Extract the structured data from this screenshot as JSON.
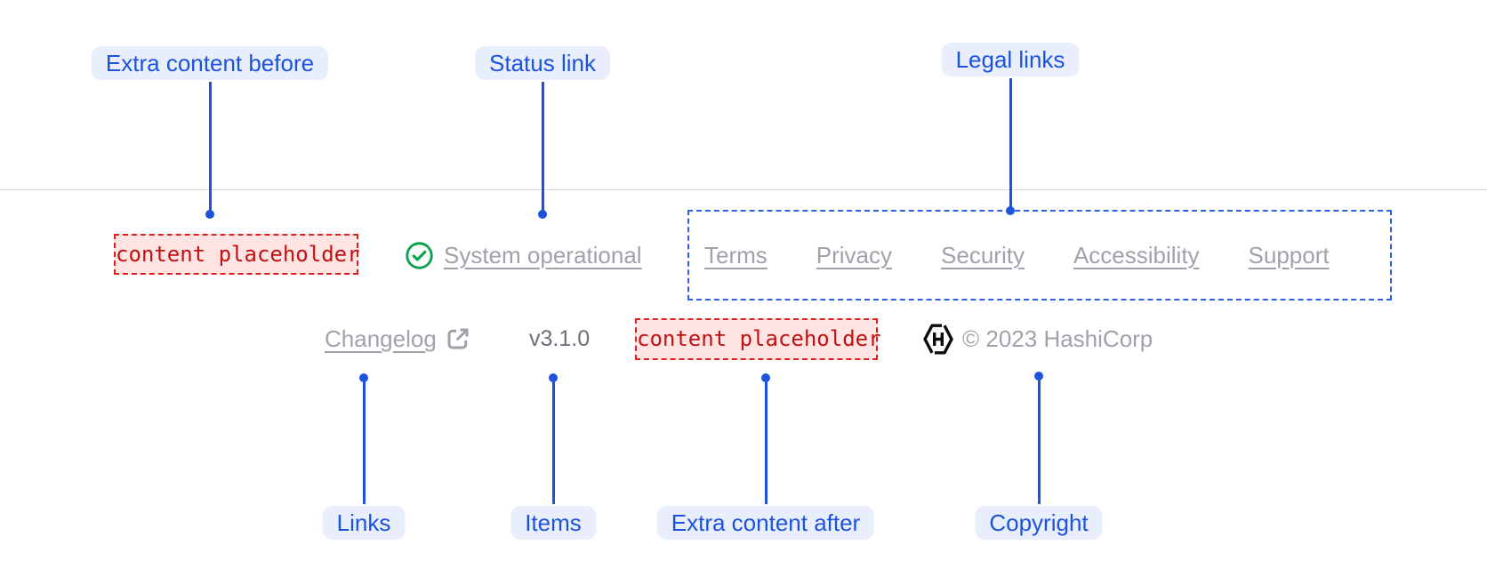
{
  "colors": {
    "annotation_blue": "#1C52DC",
    "annotation_pill_bg": "#E9EEFC",
    "placeholder_text_red": "#C01212",
    "placeholder_bg": "#FFE4E3",
    "placeholder_border_red": "#DC2020",
    "link_gray": "#A59FAB",
    "version_gray": "#6F6D79",
    "success_green": "#0DA24F",
    "logo_black": "#0B0B0F",
    "divider_gray": "#D9D5DD"
  },
  "callouts": {
    "extra_content_before": "Extra content before",
    "status_link": "Status link",
    "legal_links": "Legal links",
    "links": "Links",
    "items": "Items",
    "extra_content_after": "Extra content after",
    "copyright": "Copyright"
  },
  "footer": {
    "extra_content_before": "content placeholder",
    "status": {
      "label": "System operational",
      "icon": "status-ok-icon"
    },
    "legal_links": [
      "Terms",
      "Privacy",
      "Security",
      "Accessibility",
      "Support"
    ],
    "changelog": {
      "label": "Changelog",
      "icon": "external-link-icon"
    },
    "version": "v3.1.0",
    "extra_content_after": "content placeholder",
    "copyright": {
      "logo": "hashicorp-logo-icon",
      "text": "© 2023 HashiCorp"
    }
  }
}
